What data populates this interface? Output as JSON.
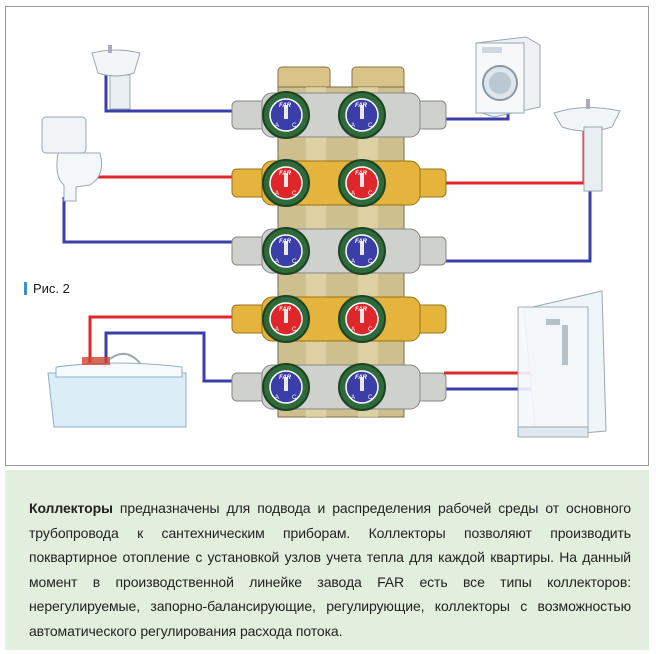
{
  "figure": {
    "label": "Рис. 2",
    "brand": "FAR",
    "dial_letters": [
      "A",
      "C"
    ],
    "pipe_colors": {
      "hot": "#e0262b",
      "cold": "#3b3ea8"
    },
    "manifold_rows": [
      {
        "pipe": "cold",
        "body": "nickel"
      },
      {
        "pipe": "hot",
        "body": "brass"
      },
      {
        "pipe": "cold",
        "body": "nickel"
      },
      {
        "pipe": "hot",
        "body": "brass"
      },
      {
        "pipe": "cold",
        "body": "nickel"
      }
    ],
    "fixtures": [
      "washbasin-icon",
      "toilet-icon",
      "washing-machine-icon",
      "washbasin-icon",
      "bathtub-icon",
      "shower-cabin-icon"
    ]
  },
  "caption": {
    "lead": "Коллекторы",
    "text": " предназначены для подвода и распределения рабочей среды от основного трубопровода к сантехническим приборам. Коллекторы позволяют производить поквартирное отопление с установкой узлов учета тепла для каждой квартиры. На данный момент в производственной линейке завода FAR есть все типы коллекторов: нерегулируемые, запорно-балансирующие, регулирующие, коллекторы с возможностью автоматического регулирования расхода потока."
  }
}
